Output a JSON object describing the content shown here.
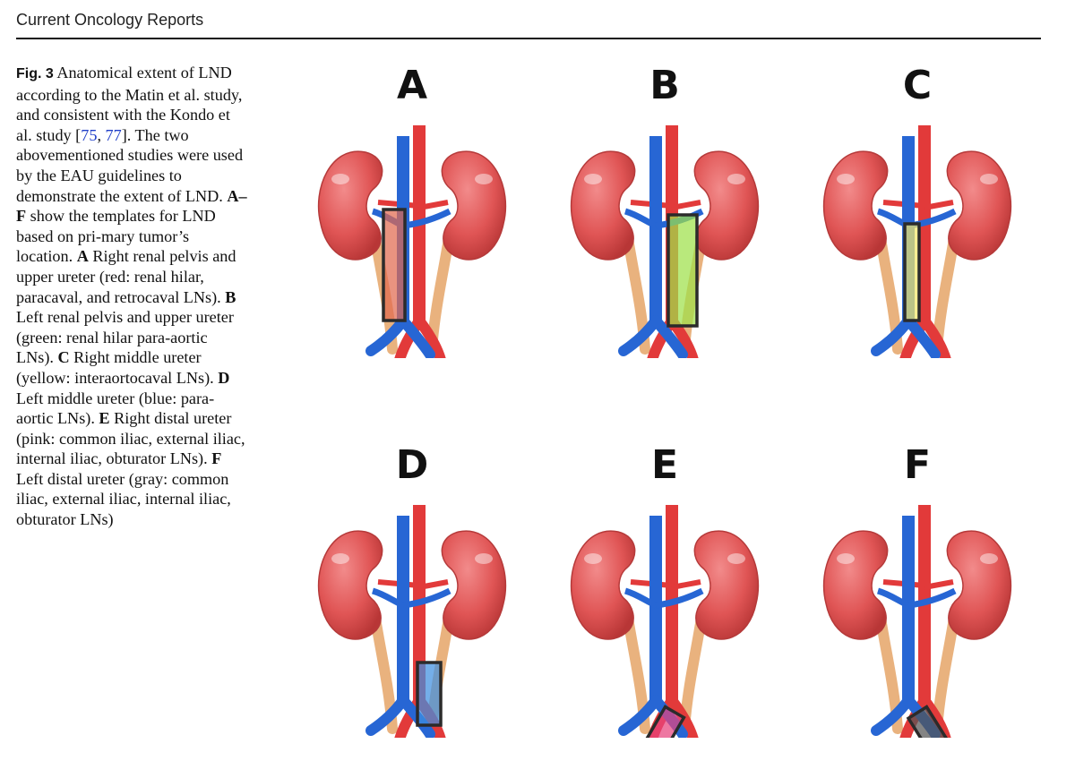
{
  "header": {
    "journal": "Current Oncology Reports"
  },
  "caption": {
    "fig_label": "Fig. 3",
    "p1": "Anatomical extent of LND according to the Matin et al. study, and consistent with the Kondo et al. study [",
    "ref1": "75",
    "p2": ", ",
    "ref2": "77",
    "p3": "]. The two abovementioned studies were used by the EAU guidelines to demonstrate the extent of LND. ",
    "b_af": "A–F",
    "p4": " show the templates for LND based on pri-mary tumor’s location. ",
    "b_a": "A",
    "t_a": " Right renal pelvis and upper ureter (red: renal hilar, paracaval, and retrocaval LNs). ",
    "b_b": "B",
    "t_b": " Left renal pelvis and upper ureter (green: renal hilar para-aortic LNs). ",
    "b_c": "C",
    "t_c": " Right middle ureter (yellow: interaortocaval LNs). ",
    "b_d": "D",
    "t_d": " Left middle ureter (blue: para-aortic LNs). ",
    "b_e": "E",
    "t_e": " Right distal ureter (pink: common iliac, external iliac, internal iliac, obturator LNs). ",
    "b_f": "F",
    "t_f": " Left distal ureter (gray: common iliac, external iliac, internal iliac, obturator LNs)"
  },
  "panels": [
    {
      "letter": "A",
      "region": "right-hilar-paracaval",
      "color": "#e0694f"
    },
    {
      "letter": "B",
      "region": "left-hilar-para-aortic",
      "color": "#9ee04a"
    },
    {
      "letter": "C",
      "region": "interaortocaval",
      "color": "#f5e86a"
    },
    {
      "letter": "D",
      "region": "para-aortic",
      "color": "#3f8fe0"
    },
    {
      "letter": "E",
      "region": "right-common-iliac",
      "color": "#e8447e"
    },
    {
      "letter": "F",
      "region": "left-common-iliac",
      "color": "#555555"
    }
  ]
}
